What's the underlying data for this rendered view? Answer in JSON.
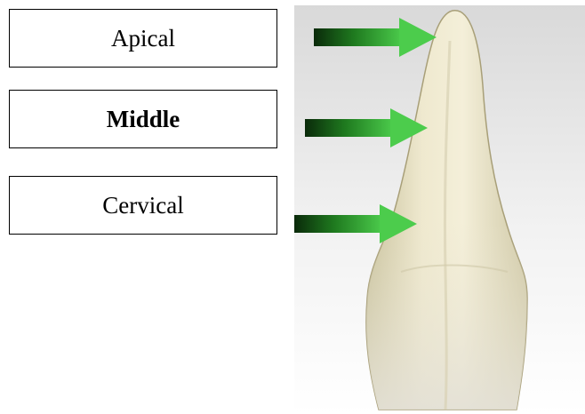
{
  "labels": [
    {
      "id": "apical",
      "text": "Apical",
      "bold": false
    },
    {
      "id": "middle",
      "text": "Middle",
      "bold": true
    },
    {
      "id": "cervical",
      "text": "Cervical",
      "bold": false
    }
  ],
  "arrow_color": "#33b533",
  "tooth_color": "#ece7cd"
}
